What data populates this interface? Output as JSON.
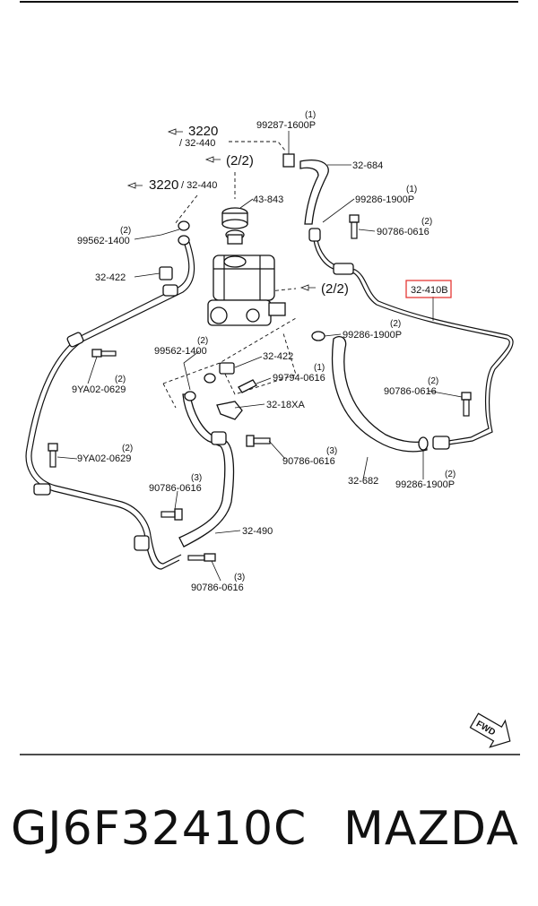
{
  "diagram": {
    "refs": {
      "r1_num": "3220",
      "r1_sub": "/ 32-440",
      "r2": "(2/2)",
      "r3_num": "3220",
      "r3_sub": "/ 32-440",
      "r4": "(2/2)"
    },
    "parts": {
      "p99287": "99287-1600P",
      "p99287_qty": "(1)",
      "p32684": "32-684",
      "p43843": "43-843",
      "p99286a": "99286-1900P",
      "p99286a_qty": "(1)",
      "p90786a": "90786-0616",
      "p90786a_qty": "(2)",
      "p99562a": "99562-1400",
      "p99562a_qty": "(2)",
      "p32422a": "32-422",
      "p32410B": "32-410B",
      "p99286b": "99286-1900P",
      "p99286b_qty": "(2)",
      "p99562b": "99562-1400",
      "p99562b_qty": "(2)",
      "p32422b": "32-422",
      "p99794": "99794-0616",
      "p99794_qty": "(1)",
      "p9YA02a": "9YA02-0629",
      "p9YA02a_qty": "(2)",
      "p90786b": "90786-0616",
      "p90786b_qty": "(2)",
      "p3218XA": "32-18XA",
      "p9YA02b": "9YA02-0629",
      "p9YA02b_qty": "(2)",
      "p90786c": "90786-0616",
      "p90786c_qty": "(3)",
      "p32682": "32-682",
      "p99286c": "99286-1900P",
      "p99286c_qty": "(2)",
      "p90786d": "90786-0616",
      "p90786d_qty": "(3)",
      "p32490": "32-490",
      "p90786e": "90786-0616",
      "p90786e_qty": "(3)"
    },
    "fwd_label": "FWD",
    "highlight_color": "#e53935"
  },
  "footer": {
    "part_number": "GJ6F32410C",
    "brand": "MAZDA"
  }
}
